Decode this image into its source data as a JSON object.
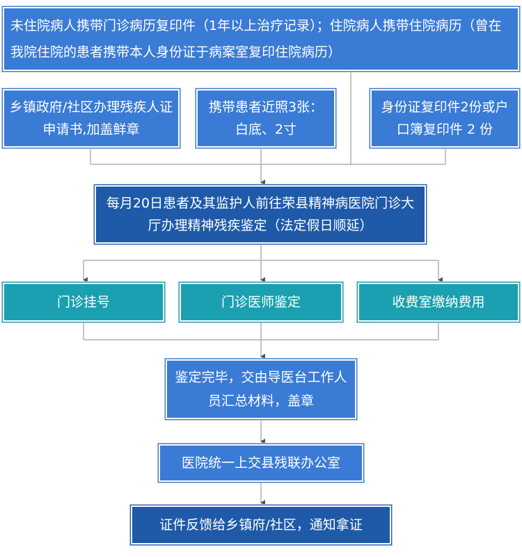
{
  "nodes": {
    "top": "未住院病人携带门诊病历复印件（1年以上治疗记录）；住院病人携带住院病历（曾在我院住院的患者携带本人身份证于病案室复印住院病历）",
    "application": "乡镇政府/社区办理残疾人证申请书,加盖鲜章",
    "photos": "携带患者近照3张：白底、2寸",
    "id_copy": "身份证复印件2份或户口簿复印件 2 份",
    "assessment": "每月20日患者及其监护人前往荣县精神病医院门诊大厅办理精神残疾鉴定（法定假日顺延）",
    "registration": "门诊挂号",
    "doctor": "门诊医师鉴定",
    "payment": "收费室缴纳费用",
    "finish": "鉴定完毕，交由导医台工作人员汇总材料，盖章",
    "submit": "医院统一上交县残联办公室",
    "notify": "证件反馈给乡镇府/社区，通知拿证"
  },
  "colors": {
    "blue": "#3a7bd5",
    "dark_blue": "#1f5aa8",
    "teal": "#1aa0b0",
    "connector": "#b0b0b0",
    "arrow": "#555555"
  }
}
